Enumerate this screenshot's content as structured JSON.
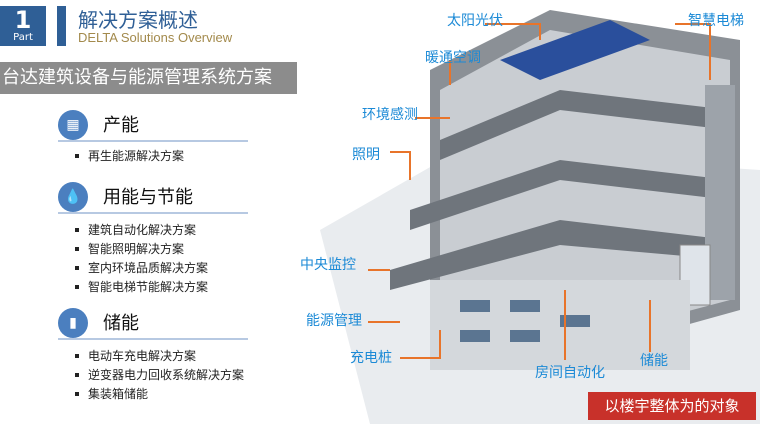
{
  "header": {
    "part_number": "1",
    "part_label": "Part",
    "title": "解决方案概述",
    "subtitle": "DELTA Solutions Overview"
  },
  "banner": "台达建筑设备与能源管理系统方案",
  "sections": [
    {
      "title": "产能",
      "icon": "solar-panel-icon",
      "items": [
        "再生能源解决方案"
      ]
    },
    {
      "title": "用能与节能",
      "icon": "energy-drop-icon",
      "items": [
        "建筑自动化解决方案",
        "智能照明解决方案",
        "室内环境品质解决方案",
        "智能电梯节能解决方案"
      ]
    },
    {
      "title": "储能",
      "icon": "battery-icon",
      "items": [
        "电动车充电解决方案",
        "逆变器电力回收系统解决方案",
        "集装箱储能"
      ]
    }
  ],
  "diagram": {
    "labels": {
      "solar": "太阳光伏",
      "elevator": "智慧电梯",
      "hvac": "暖通空调",
      "env": "环境感测",
      "lighting": "照明",
      "monitor": "中央监控",
      "energy": "能源管理",
      "charging": "充电桩",
      "room": "房间自动化",
      "storage": "储能"
    },
    "note": "以楼宇整体为的对象",
    "colors": {
      "label": "#1c8ad6",
      "arrow": "#e8742a",
      "note": "#c8312a"
    }
  }
}
